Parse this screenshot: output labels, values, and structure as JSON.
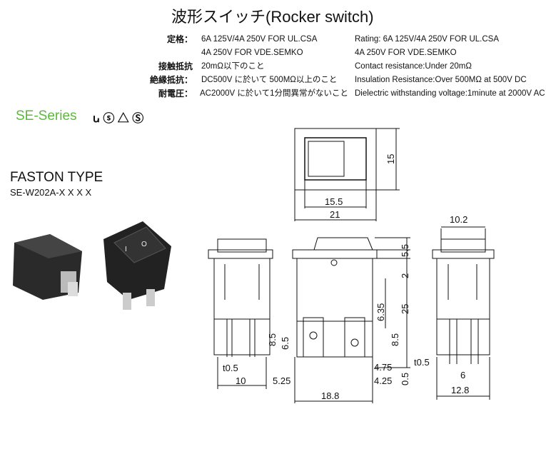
{
  "title": "波形スイッチ(Rocker switch)",
  "specs_jp": [
    {
      "label": "定格：",
      "value": "6A 125V/4A 250V FOR UL.CSA"
    },
    {
      "label": "",
      "value": "4A 250V FOR VDE.SEMKO"
    },
    {
      "label": "接触抵抗",
      "value": "20mΩ以下のこと"
    },
    {
      "label": "絶縁抵抗：",
      "value": "DC500V に於いて 500MΩ以上のこと"
    },
    {
      "label": "耐電圧：",
      "value": "AC2000V に於いて1分間異常がないこと"
    }
  ],
  "specs_en": [
    "Rating: 6A 125V/4A 250V FOR UL.CSA",
    "4A 250V FOR VDE.SEMKO",
    "Contact resistance:Under 20mΩ",
    "Insulation Resistance:Over 500MΩ  at 500V DC",
    "Dielectric withstanding voltage:1minute at 2000V AC"
  ],
  "series": "SE-Series",
  "certifications": [
    "UL",
    "CSA",
    "VDE",
    "SEMKO"
  ],
  "cert_symbols": "ꭎ ⓢ △ Ⓢ",
  "type": "FASTON TYPE",
  "model": "SE-W202A-X X X X",
  "accent_color": "#5cb83e",
  "dims": {
    "top_w_inner": "15.5",
    "top_w": "21",
    "top_h": "15",
    "side_w": "10.2",
    "rocker_h": "5.5",
    "gap": "2",
    "body_h": "25",
    "term_pitch": "6.35",
    "term_h_l": "8.5",
    "term_h2": "6.5",
    "term_h_r": "8.5",
    "thk_l": "t0.5",
    "side_l_w": "10",
    "offset": "5.25",
    "base_w": "18.8",
    "d475": "4.75",
    "d425": "4.25",
    "d05": "0.5",
    "thk_r": "t0.5",
    "d6": "6",
    "side_r_w": "12.8"
  }
}
